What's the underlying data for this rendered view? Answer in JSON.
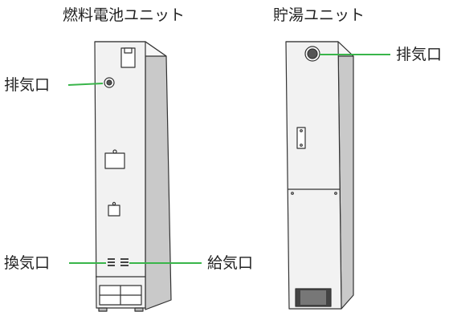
{
  "units": {
    "fuel_cell": {
      "title": "燃料電池ユニット",
      "exhaust_label": "排気口",
      "ventilation_label": "換気口",
      "intake_label": "給気口"
    },
    "hot_water": {
      "title": "貯湯ユニット",
      "exhaust_label": "排気口"
    }
  },
  "colors": {
    "leader_line": "#39b54a",
    "outline": "#333333",
    "front_face": "#f2f2f2",
    "side_face": "#c9c9c9"
  }
}
